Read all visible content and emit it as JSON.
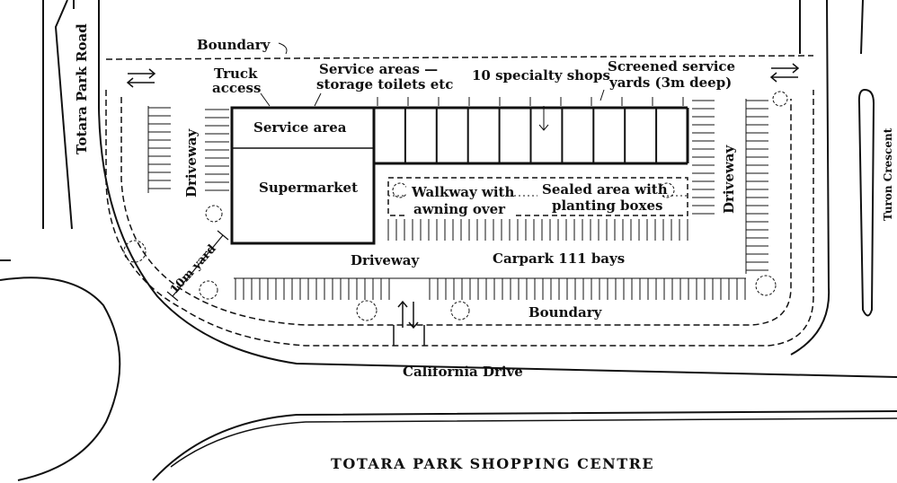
{
  "labels": {
    "boundary_top": "Boundary",
    "truck_access_1": "Truck",
    "truck_access_2": "access",
    "service_areas_1": "Service areas —",
    "service_areas_2": "storage  toilets etc",
    "specialty_shops": "10 specialty shops",
    "screened_1": "Screened  service",
    "screened_2": "yards  (3m deep)",
    "road_left": "Totara Park Road",
    "road_right": "Turon Crescent",
    "driveway_left": "Driveway",
    "driveway_right": "Driveway",
    "driveway_bottom": "Driveway",
    "service_area": "Service area",
    "supermarket": "Supermarket",
    "walkway_1": "Walkway with",
    "walkway_2": "awning over",
    "sealed_1": "Sealed area with",
    "sealed_2": "planting boxes",
    "yard": "10m yard",
    "carpark": "Carpark 111 bays",
    "boundary_bottom": "Boundary",
    "california": "California Drive",
    "title": "TOTARA PARK SHOPPING CENTRE"
  },
  "shops": {
    "count": 10
  }
}
